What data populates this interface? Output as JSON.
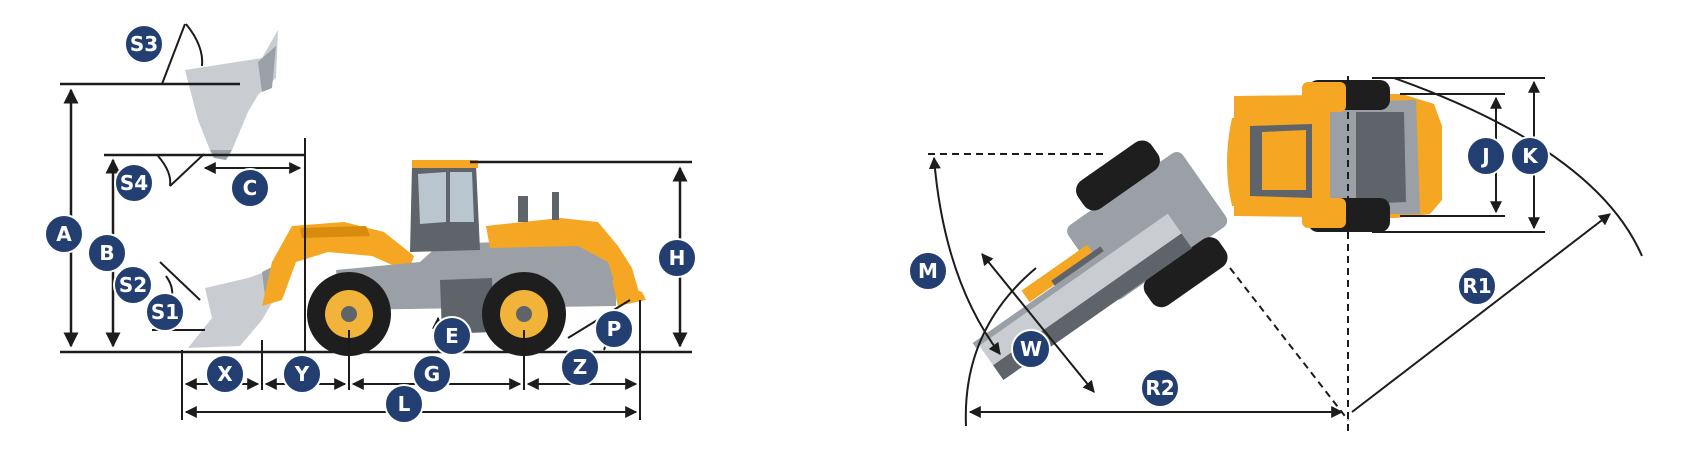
{
  "colors": {
    "badge": "#233f72",
    "machine_yellow": "#f5a623",
    "machine_grey": "#9aa0a6",
    "tire": "#1e1e1e",
    "lines": "#1c1c1c"
  },
  "side_view": {
    "labels": {
      "A": "A",
      "B": "B",
      "C": "C",
      "E": "E",
      "G": "G",
      "H": "H",
      "L": "L",
      "P": "P",
      "S1": "S1",
      "S2": "S2",
      "S3": "S3",
      "S4": "S4",
      "X": "X",
      "Y": "Y",
      "Z": "Z"
    }
  },
  "top_view": {
    "labels": {
      "J": "J",
      "K": "K",
      "M": "M",
      "R1": "R1",
      "R2": "R2",
      "W": "W"
    }
  }
}
